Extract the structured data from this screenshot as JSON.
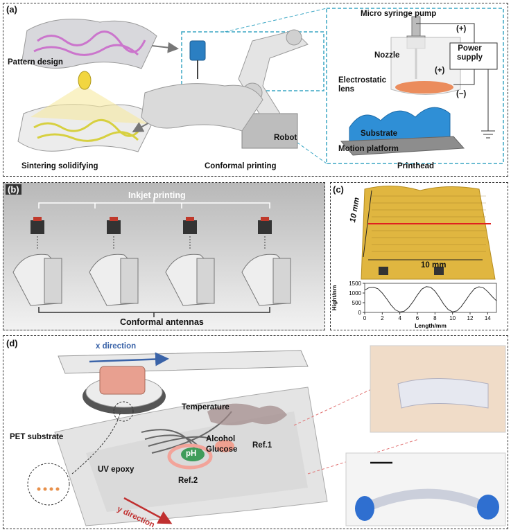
{
  "panel_a": {
    "tag": "(a)",
    "pattern_design": "Pattern design",
    "sintering": "Sintering solidifying",
    "conformal_printing": "Conformal printing",
    "robot": "Robot",
    "printhead": "Printhead",
    "micro_syringe_pump": "Micro syringe pump",
    "nozzle": "Nozzle",
    "electrostatic_lens": "Electrostatic\nlens",
    "power_supply": "Power\nsupply",
    "plus1": "(+)",
    "plus2": "(+)",
    "minus": "(−)",
    "substrate": "Substrate",
    "motion_platform": "Motion platform"
  },
  "panel_b": {
    "tag": "(b)",
    "inkjet_printing": "Inkjet printing",
    "conformal_antennas": "Conformal antennas"
  },
  "panel_c": {
    "tag": "(c)",
    "dim_vertical": "10 mm",
    "dim_horizontal": "10 mm",
    "chart_data": {
      "type": "line",
      "xlabel": "Length/mm",
      "ylabel": "Hight/nm",
      "xlim": [
        0,
        15
      ],
      "ylim": [
        0,
        1500
      ],
      "x_ticks": [
        0,
        2,
        4,
        6,
        8,
        10,
        12,
        14
      ],
      "y_ticks": [
        0,
        500,
        1000,
        1500
      ],
      "series": [
        {
          "x": [
            0,
            0.5,
            1,
            1.5,
            2,
            2.5,
            3,
            3.5,
            4,
            4.5,
            5,
            5.5,
            6,
            6.5,
            7,
            7.5,
            8,
            8.5,
            9,
            9.5,
            10,
            10.5,
            11,
            11.5,
            12,
            12.5,
            13,
            13.5,
            14,
            14.5,
            15
          ],
          "values": [
            1150,
            1280,
            1300,
            1220,
            1000,
            700,
            380,
            130,
            20,
            60,
            250,
            550,
            900,
            1200,
            1330,
            1300,
            1100,
            780,
            420,
            150,
            30,
            80,
            300,
            620,
            950,
            1220,
            1320,
            1270,
            1080,
            820,
            600
          ]
        }
      ]
    }
  },
  "panel_d": {
    "tag": "(d)",
    "x_direction": "x direction",
    "y_direction": "y direction",
    "pet_substrate": "PET substrate",
    "uv_epoxy": "UV epoxy",
    "temperature": "Temperature",
    "alcohol": "Alcohol",
    "glucose": "Glucose",
    "ph": "pH",
    "ref1": "Ref.1",
    "ref2": "Ref.2"
  },
  "colors": {
    "dashed_border": "#333333",
    "cyan_dash": "#3aa6c4",
    "pink_pattern": "#c85cc8",
    "yellow_pattern": "#d7d040",
    "substrate_blue": "#2f8fd6",
    "lens_orange": "#e86a2a",
    "red_line": "#e02020",
    "x_arrow": "#3a63a8",
    "y_arrow": "#c03030",
    "ph_green": "#3f9c5a"
  }
}
